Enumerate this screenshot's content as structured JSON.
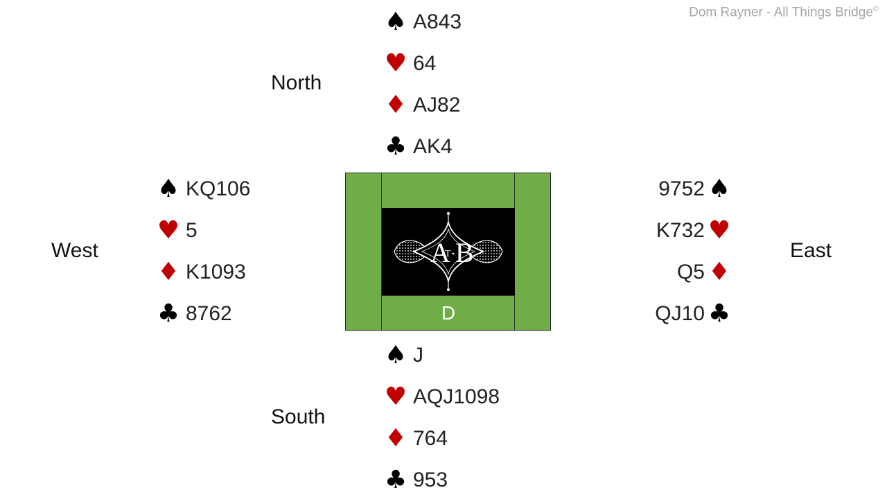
{
  "credit": {
    "text": "Dom Rayner  - All Things Bridge",
    "mark": "©"
  },
  "directions": {
    "north": "North",
    "south": "South",
    "east": "East",
    "west": "West"
  },
  "hands": {
    "north": {
      "spades": "A843",
      "hearts": "64",
      "diamonds": "AJ82",
      "clubs": "AK4"
    },
    "south": {
      "spades": "J",
      "hearts": "AQJ1098",
      "diamonds": "764",
      "clubs": "953"
    },
    "west": {
      "spades": "KQ106",
      "hearts": "5",
      "diamonds": "K1093",
      "clubs": "8762"
    },
    "east": {
      "spades": "9752",
      "hearts": "K732",
      "diamonds": "Q5",
      "clubs": "QJ10"
    }
  },
  "suits": {
    "spades": "♠",
    "hearts": "♥",
    "diamonds": "♦",
    "clubs": "♣"
  },
  "table": {
    "dealer": "D",
    "logo_letters": {
      "a": "A",
      "t": "T",
      "b": "B"
    },
    "felt_color": "#70ad47"
  },
  "colors": {
    "red_suit": "#c00000",
    "black_suit": "#000000",
    "credit": "#a6a6a6"
  }
}
